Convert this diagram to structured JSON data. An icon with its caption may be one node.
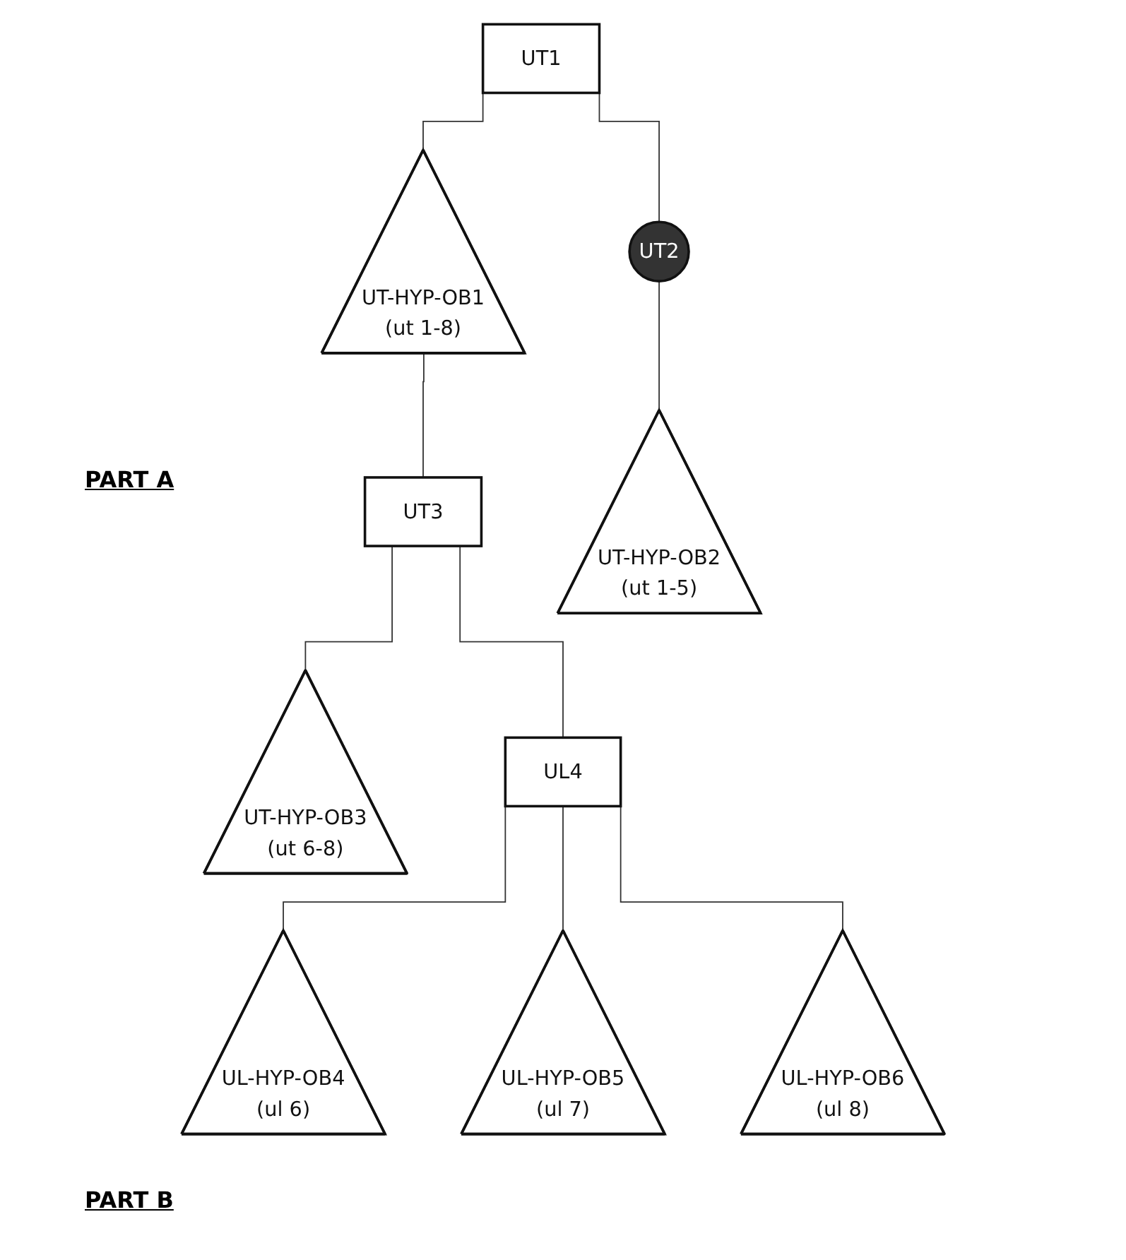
{
  "diagram": {
    "nodes": [
      {
        "text": [
          "UT1"
        ]
      },
      {
        "text": [
          "UT-HYP-OB1",
          "(ut 1-8)"
        ]
      },
      {
        "text": [
          "UT2"
        ]
      },
      {
        "text": [
          "UT3"
        ]
      },
      {
        "text": [
          "UT-HYP-OB2",
          "(ut 1-5)"
        ]
      },
      {
        "text": [
          "UT-HYP-OB3",
          "(ut 6-8)"
        ]
      },
      {
        "text": [
          "UL4"
        ]
      },
      {
        "text": [
          "UL-HYP-OB4",
          "(ul 6)"
        ]
      },
      {
        "text": [
          "UL-HYP-OB5",
          "(ul 7)"
        ]
      },
      {
        "text": [
          "UL-HYP-OB6",
          "(ul 8)"
        ]
      }
    ],
    "edges": [
      {
        "from": 0,
        "to": 2,
        "arrow": "none"
      },
      {
        "from": 0,
        "to": 1,
        "arrow": "none"
      },
      {
        "from": 1,
        "to": 3,
        "arrow": "none"
      },
      {
        "from": 2,
        "to": 4,
        "arrow": "none"
      },
      {
        "from": 3,
        "to": 5,
        "arrow": "none"
      },
      {
        "from": 3,
        "to": 6,
        "arrow": "none"
      },
      {
        "from": 6,
        "to": 7,
        "arrow": "none"
      },
      {
        "from": 6,
        "to": 8,
        "arrow": "none"
      },
      {
        "from": 6,
        "to": 9,
        "arrow": "none"
      }
    ],
    "labels": [
      "PART A",
      "PART B"
    ]
  }
}
